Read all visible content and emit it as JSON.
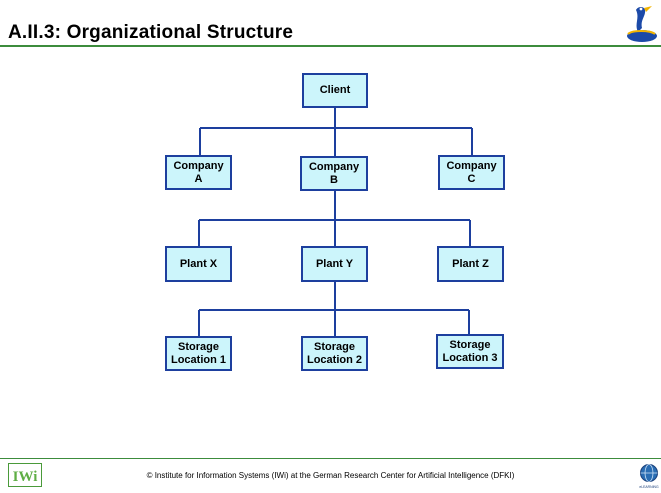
{
  "header": {
    "title": "A.II.3: Organizational Structure"
  },
  "diagram": {
    "root": "Client",
    "companies": [
      "Company A",
      "Company B",
      "Company C"
    ],
    "plants": [
      "Plant X",
      "Plant Y",
      "Plant Z"
    ],
    "storage": [
      "Storage Location 1",
      "Storage Location 2",
      "Storage Location 3"
    ]
  },
  "footer": {
    "copyright": "© Institute for Information Systems (IWi)  at the German Research Center for Artificial Intelligence (DFKI)",
    "logo_left": "IWi",
    "logo_right": "eLEARNING"
  },
  "colors": {
    "box_fill": "#ccf5fb",
    "box_border": "#1d3f9e",
    "accent_line": "#3c8c3c"
  }
}
